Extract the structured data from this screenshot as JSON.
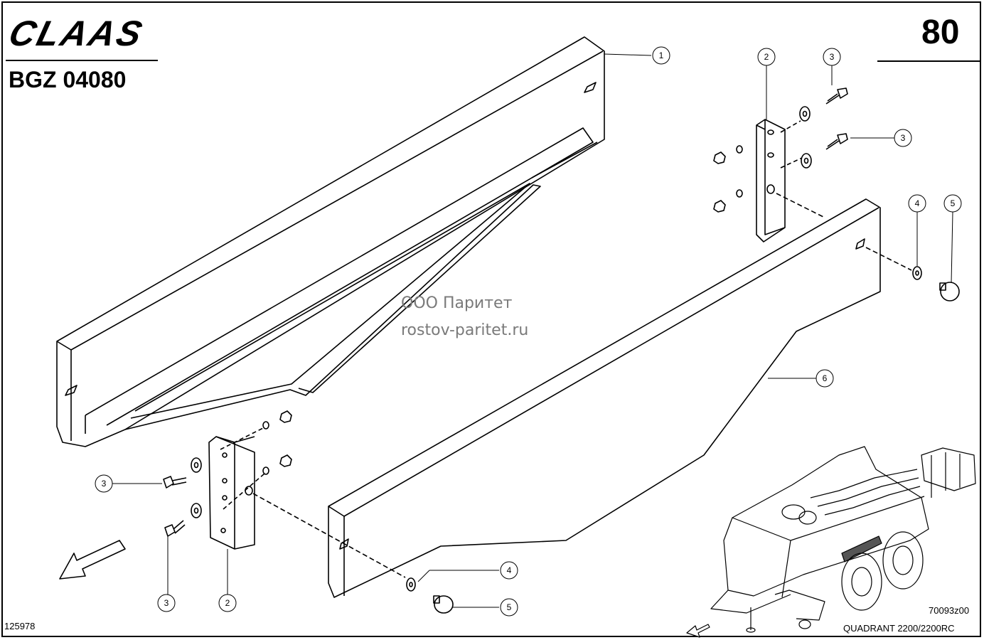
{
  "header": {
    "brand": "CLAAS",
    "group_code": "BGZ 04080",
    "page_number": "80"
  },
  "watermark": {
    "company": "ООО Паритет",
    "website": "rostov-paritet.ru"
  },
  "footer": {
    "document_number": "125978",
    "figure_code": "70093z00",
    "model": "QUADRANT 2200/2200RC"
  },
  "callouts": {
    "c1": "1",
    "c2_top": "2",
    "c3_top_a": "3",
    "c3_top_b": "3",
    "c4_right": "4",
    "c5_right": "5",
    "c6": "6",
    "c3_left_a": "3",
    "c3_left_b": "3",
    "c2_bottom": "2",
    "c4_bottom": "4",
    "c5_bottom": "5"
  }
}
